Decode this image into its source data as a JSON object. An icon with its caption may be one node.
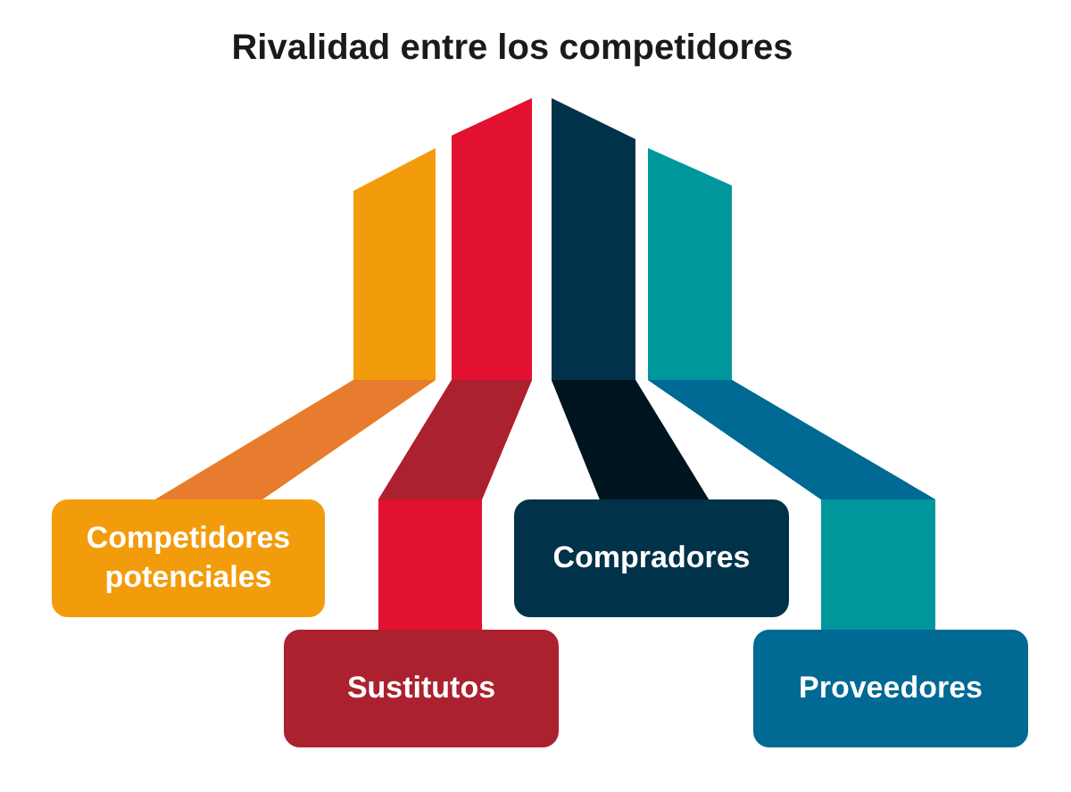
{
  "diagram": {
    "title": "Rivalidad entre los competidores",
    "nodes": [
      {
        "text": [
          "Competidores potenciales"
        ]
      },
      {
        "text": [
          "Compradores"
        ]
      },
      {
        "text": [
          "Sustitutos"
        ]
      },
      {
        "text": [
          "Proveedores"
        ]
      }
    ],
    "edges": [
      {
        "from": 0,
        "to": null,
        "arrow": "none",
        "color": "#f29c0b"
      },
      {
        "from": 1,
        "to": null,
        "arrow": "none",
        "color": "#003249"
      },
      {
        "from": 2,
        "to": null,
        "arrow": "none",
        "color": "#e1112f"
      },
      {
        "from": 3,
        "to": null,
        "arrow": "none",
        "color": "#00979c"
      }
    ]
  }
}
